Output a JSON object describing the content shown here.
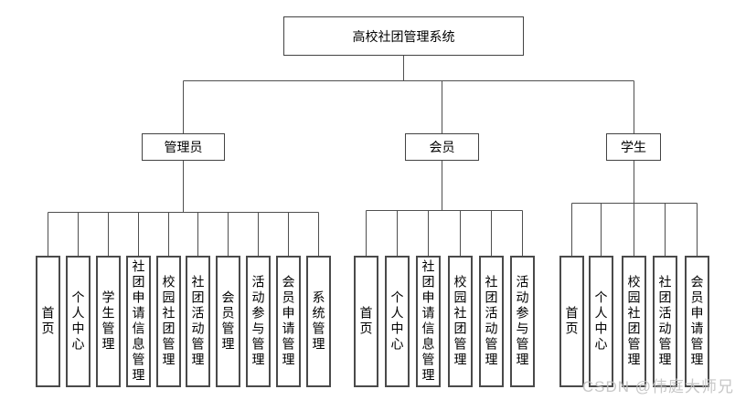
{
  "diagram": {
    "type": "tree",
    "title": "高校社团管理系统",
    "branches": [
      {
        "label": "管理员",
        "children": [
          "首页",
          "个人中心",
          "学生管理",
          "社团申请信息管理",
          "校园社团管理",
          "社团活动管理",
          "会员管理",
          "活动参与管理",
          "会员申请管理",
          "系统管理"
        ]
      },
      {
        "label": "会员",
        "children": [
          "首页",
          "个人中心",
          "社团申请信息管理",
          "校园社团管理",
          "社团活动管理",
          "活动参与管理"
        ]
      },
      {
        "label": "学生",
        "children": [
          "首页",
          "个人中心",
          "校园社团管理",
          "社团活动管理",
          "会员申请管理"
        ]
      }
    ]
  },
  "watermark": {
    "text": "CSDN @伟庭大师兄",
    "color": "#c1c1c1"
  },
  "colors": {
    "background": "#ffffff",
    "box_fill": "#ffffff",
    "box_border": "#434343",
    "line": "#4f4f4f",
    "text": "#000000"
  }
}
